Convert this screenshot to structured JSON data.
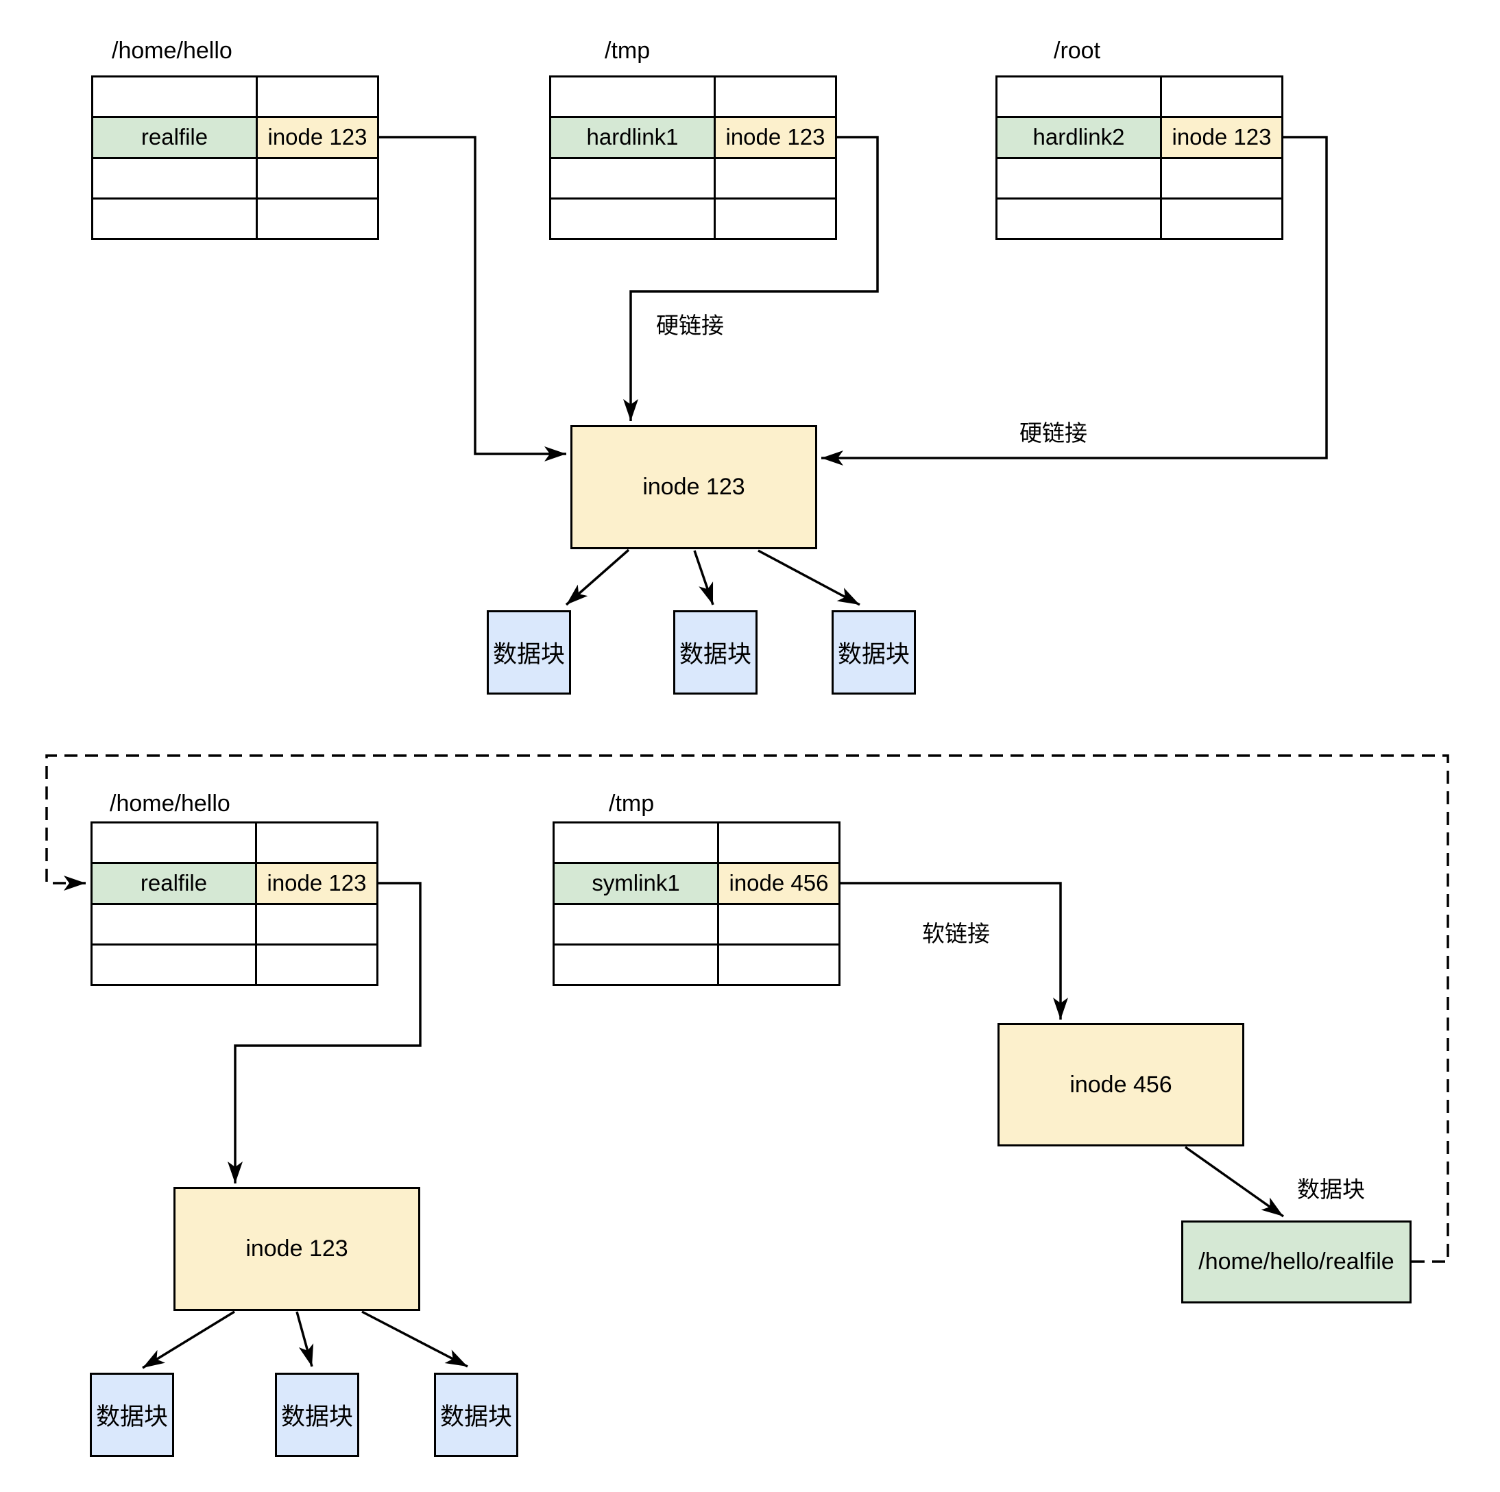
{
  "top": {
    "home_table": {
      "title": "/home/hello",
      "file": "realfile",
      "inode": "inode 123"
    },
    "tmp_table": {
      "title": "/tmp",
      "file": "hardlink1",
      "inode": "inode 123"
    },
    "root_table": {
      "title": "/root",
      "file": "hardlink2",
      "inode": "inode 123"
    },
    "inode_box": "inode 123",
    "hardlink_label_tmp": "硬链接",
    "hardlink_label_root": "硬链接",
    "blocks": [
      "数据块",
      "数据块",
      "数据块"
    ]
  },
  "bottom": {
    "home_table": {
      "title": "/home/hello",
      "file": "realfile",
      "inode": "inode 123"
    },
    "tmp_table": {
      "title": "/tmp",
      "file": "symlink1",
      "inode": "inode 456"
    },
    "inode_box": "inode 123",
    "inode456_box": "inode 456",
    "softlink_label": "软链接",
    "datablock_label": "数据块",
    "realfile_box": "/home/hello/realfile",
    "blocks": [
      "数据块",
      "数据块",
      "数据块"
    ]
  },
  "colors": {
    "green": "#d5e8d4",
    "yellow": "#fcf0cc",
    "blue": "#dae8fc",
    "line": "#000000"
  }
}
